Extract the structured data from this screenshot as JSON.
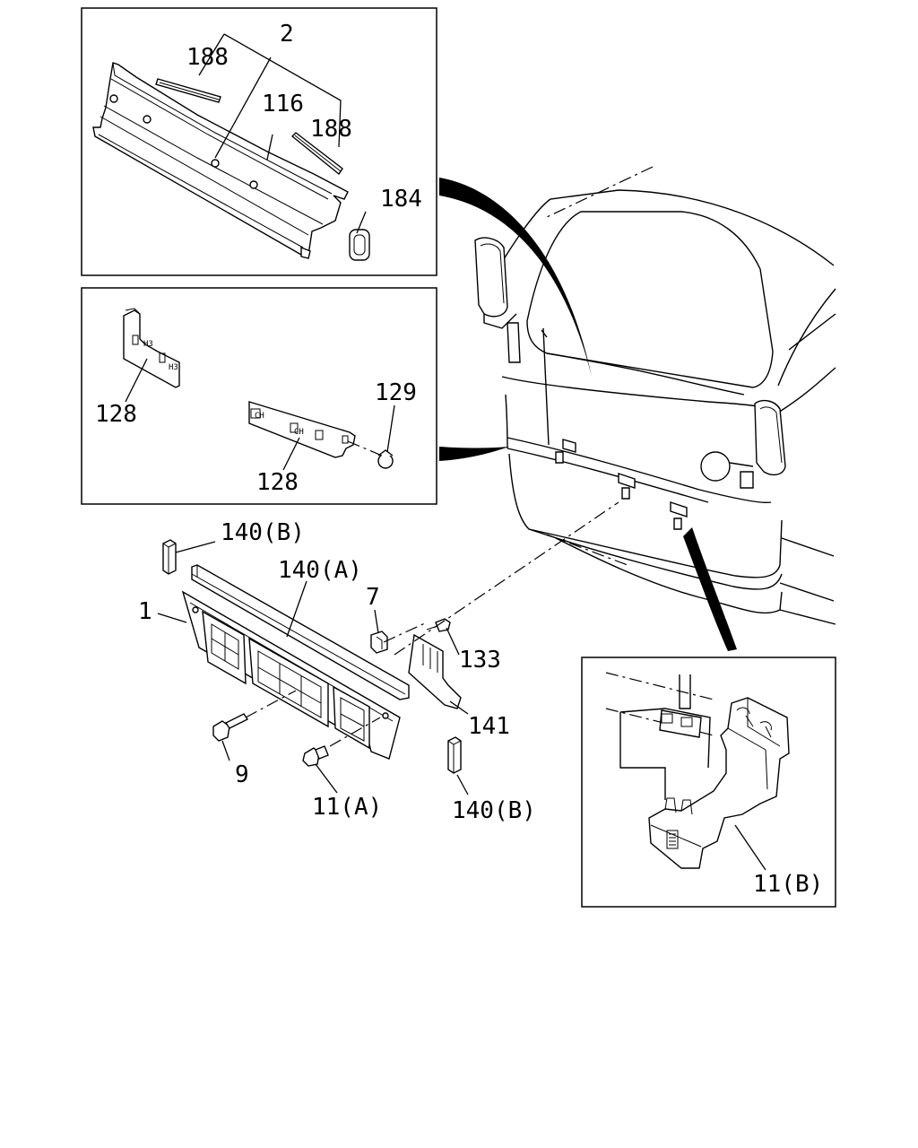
{
  "callouts": {
    "c2": "2",
    "c188a": "188",
    "c116": "116",
    "c188b": "188",
    "c184": "184",
    "c128a": "128",
    "c128b": "128",
    "c129": "129",
    "c140b_top": "140(B)",
    "c140a": "140(A)",
    "c1": "1",
    "c7": "7",
    "c133": "133",
    "c141": "141",
    "c9": "9",
    "c11a": "11(A)",
    "c140b_bot": "140(B)",
    "c11b": "11(B)"
  },
  "bracket_tags": {
    "tag_a1": "H3",
    "tag_a2": "H3",
    "tag_b1": "CH",
    "tag_b2": "CH"
  }
}
